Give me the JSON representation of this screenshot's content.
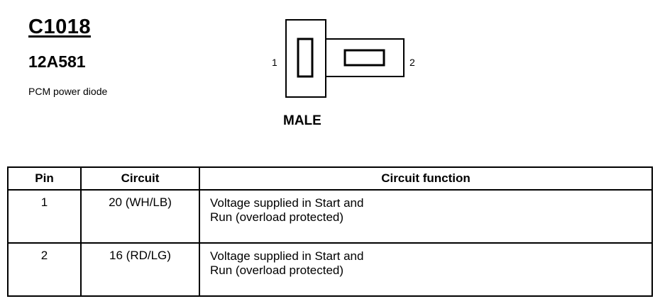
{
  "header": {
    "connector_id": "C1018",
    "part_number": "12A581",
    "description": "PCM power diode"
  },
  "connector_diagram": {
    "pin_labels": [
      "1",
      "2"
    ],
    "gender": "MALE"
  },
  "table": {
    "headers": [
      "Pin",
      "Circuit",
      "Circuit function"
    ],
    "rows": [
      {
        "pin": "1",
        "circuit": "20 (WH/LB)",
        "function_lines": [
          "Voltage supplied in Start and",
          "Run (overload protected)"
        ]
      },
      {
        "pin": "2",
        "circuit": "16 (RD/LG)",
        "function_lines": [
          "Voltage supplied in Start and",
          "Run (overload protected)"
        ]
      }
    ]
  }
}
